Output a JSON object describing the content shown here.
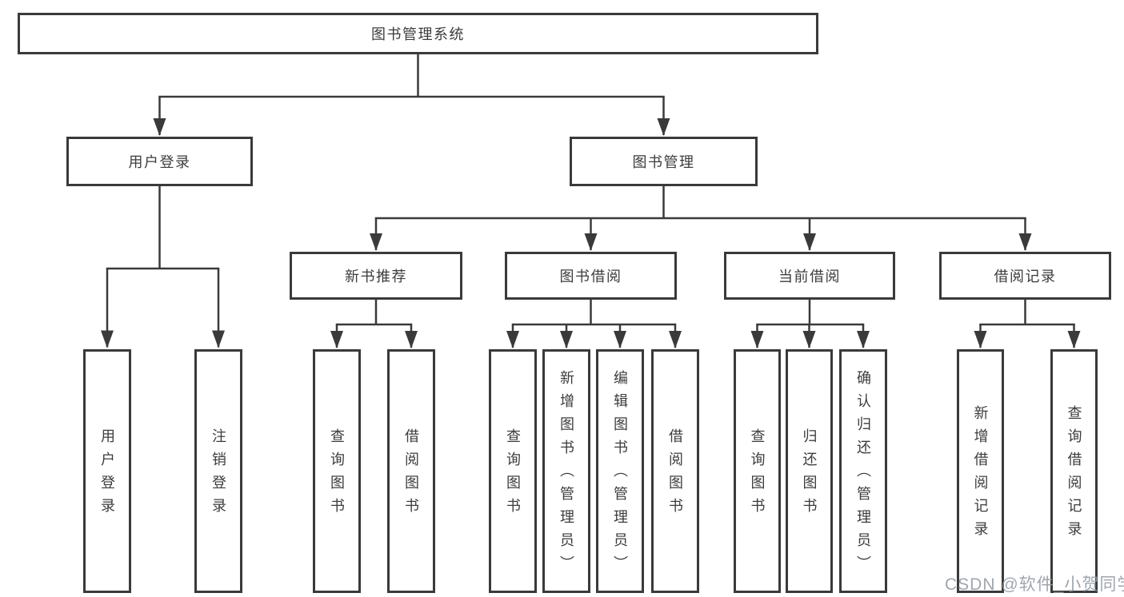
{
  "diagram": {
    "root": {
      "label": "图书管理系统"
    },
    "level2": [
      {
        "label": "用户登录"
      },
      {
        "label": "图书管理"
      }
    ],
    "level3": [
      {
        "label": "新书推荐"
      },
      {
        "label": "图书借阅"
      },
      {
        "label": "当前借阅"
      },
      {
        "label": "借阅记录"
      }
    ],
    "leaves": {
      "user_login": [
        {
          "label": "用户登录"
        },
        {
          "label": "注销登录"
        }
      ],
      "new_book_recommend": [
        {
          "label": "查询图书"
        },
        {
          "label": "借阅图书"
        }
      ],
      "book_borrowing": [
        {
          "label": "查询图书"
        },
        {
          "label": "新增图书（管理员）"
        },
        {
          "label": "编辑图书（管理员）"
        },
        {
          "label": "借阅图书"
        }
      ],
      "current_borrowing": [
        {
          "label": "查询图书"
        },
        {
          "label": "归还图书"
        },
        {
          "label": "确认归还（管理员）"
        }
      ],
      "borrowing_records": [
        {
          "label": "新增借阅记录"
        },
        {
          "label": "查询借阅记录"
        }
      ]
    }
  },
  "watermark": "CSDN @软件_小贺同学",
  "colors": {
    "line": "#3a3a3a",
    "text": "#3c3c3c",
    "background": "#ffffff",
    "watermark": "#949ca7"
  }
}
